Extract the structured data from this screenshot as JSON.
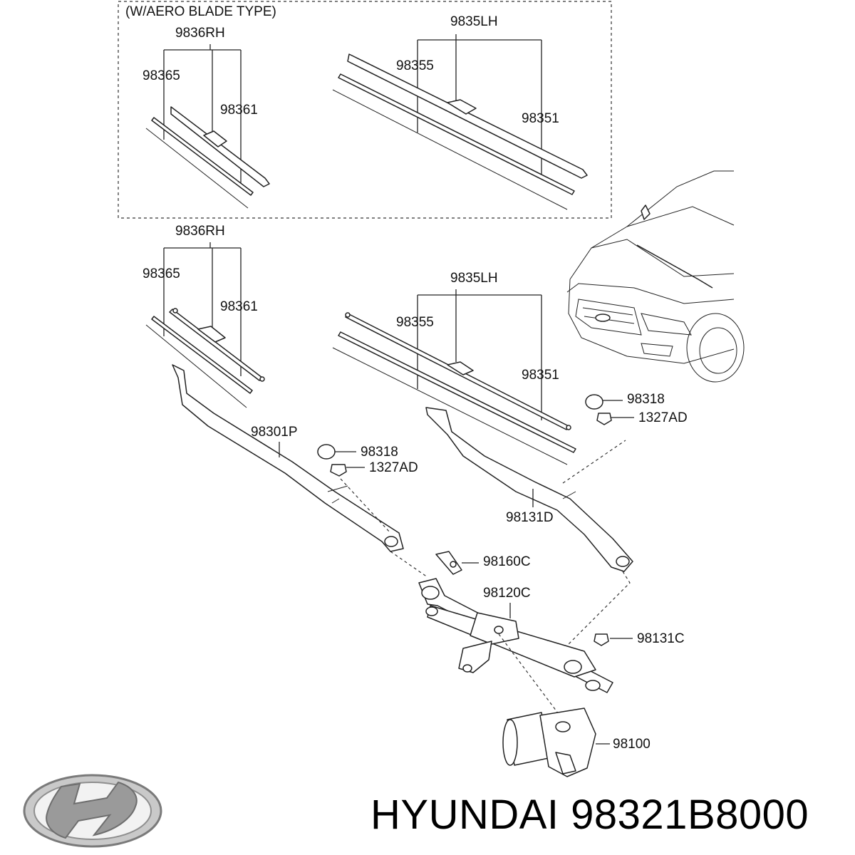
{
  "box_title": "(W/AERO BLADE TYPE)",
  "labels": {
    "aero_rh": "9836RH",
    "aero_rh_98365": "98365",
    "aero_rh_98361": "98361",
    "aero_lh": "9835LH",
    "aero_lh_98355": "98355",
    "aero_lh_98351": "98351",
    "std_rh": "9836RH",
    "std_rh_98365": "98365",
    "std_rh_98361": "98361",
    "std_lh": "9835LH",
    "std_lh_98355": "98355",
    "std_lh_98351": "98351",
    "arm_rh": "98301P",
    "cap_rh": "98318",
    "nut_rh": "1327AD",
    "cap_lh": "98318",
    "nut_lh": "1327AD",
    "arm_lh": "98131D",
    "bracket_bolt": "98160C",
    "linkage": "98120C",
    "nut_link": "98131C",
    "motor": "98100"
  },
  "footer": {
    "brand": "HYUNDAI",
    "part_number": "98321B8000"
  },
  "logo": "hyundai-logo"
}
